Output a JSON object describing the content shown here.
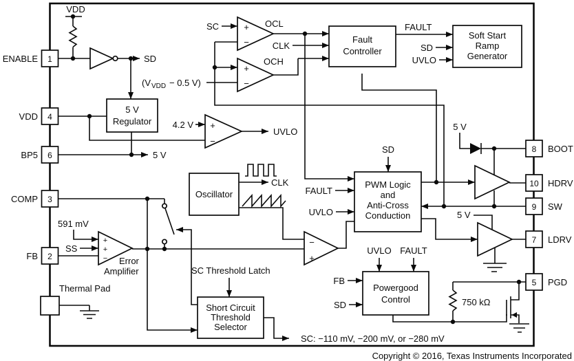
{
  "diagram": {
    "pins_left": [
      {
        "label": "ENABLE",
        "num": "1"
      },
      {
        "label": "VDD",
        "num": "4"
      },
      {
        "label": "BP5",
        "num": "6"
      },
      {
        "label": "COMP",
        "num": "3"
      },
      {
        "label": "FB",
        "num": "2"
      }
    ],
    "pins_right": [
      {
        "label": "BOOT",
        "num": "8"
      },
      {
        "label": "HDRV",
        "num": "10"
      },
      {
        "label": "SW",
        "num": "9"
      },
      {
        "label": "LDRV",
        "num": "7"
      },
      {
        "label": "PGD",
        "num": "5"
      }
    ],
    "thermal_pad": "Thermal Pad",
    "blocks": {
      "regulator": [
        "5 V",
        "Regulator"
      ],
      "fault_controller": [
        "Fault",
        "Controller"
      ],
      "soft_start": [
        "Soft Start",
        "Ramp",
        "Generator"
      ],
      "oscillator": [
        "Oscillator"
      ],
      "pwm": [
        "PWM Logic",
        "and",
        "Anti-Cross",
        "Conduction"
      ],
      "powergood": [
        "Powergood",
        "Control"
      ],
      "sc_selector": [
        "Short Circuit",
        "Threshold",
        "Selector"
      ]
    },
    "labels": {
      "vdd": "VDD",
      "sd": "SD",
      "sc": "SC",
      "ocl": "OCL",
      "clk": "CLK",
      "och": "OCH",
      "vvdd_pre": "(V",
      "vvdd_sub": "VDD",
      "vvdd_post": "− 0.5 V)",
      "v42": "4.2 V",
      "v5": "5 V",
      "uvlo": "UVLO",
      "fault": "FAULT",
      "mv591": "591 mV",
      "ss": "SS",
      "error1": "Error",
      "error2": "Amplifier",
      "latch": "SC Threshold Latch",
      "r750": "750 kΩ",
      "sc_values": "SC: −110 mV, −200 mV, or −280 mV",
      "plus": "+",
      "minus": "−"
    },
    "footer": {
      "copyright": "Copyright © 2016, Texas Instruments Incorporated"
    }
  }
}
